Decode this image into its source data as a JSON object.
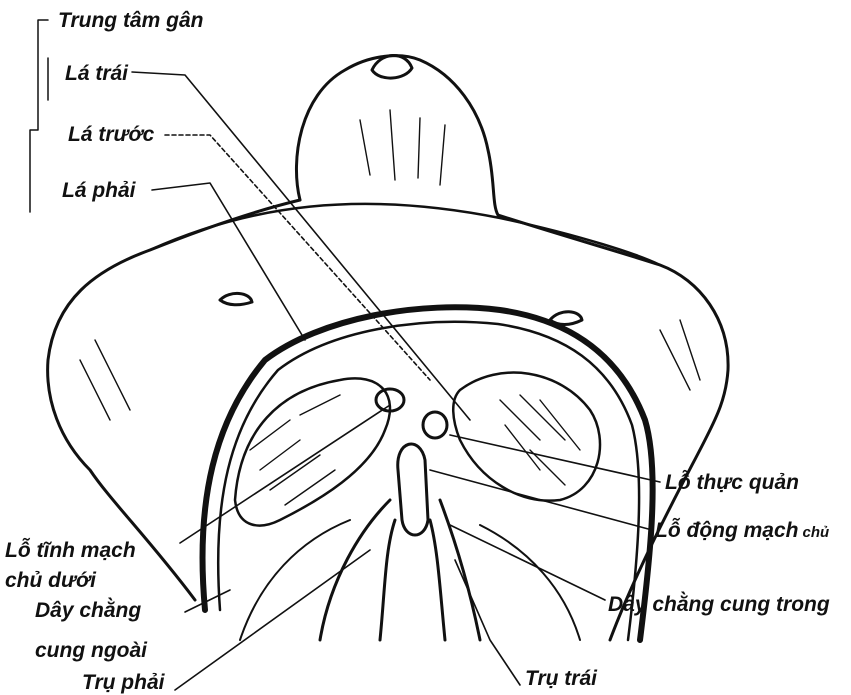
{
  "labels": {
    "trung_tam_gan": "Trung tâm gân",
    "la_trai": "Lá trái",
    "la_truoc": "Lá trước",
    "la_phai": "Lá phải",
    "lo_thuc_quan": "Lỗ thực quản",
    "lo_dong_mach": "Lỗ động mạch",
    "lo_dong_mach_suffix": "chủ",
    "lo_tinh_mach_1": "Lỗ tĩnh mạch",
    "lo_tinh_mach_2": "chủ dưới",
    "day_chang_ngoai_1": "Dây chằng",
    "day_chang_ngoai_2": "cung ngoài",
    "day_chang_trong": "Dây chằng cung trong",
    "tru_phai": "Trụ phải",
    "tru_trai": "Trụ trái"
  },
  "colors": {
    "ink": "#111111",
    "background": "#ffffff"
  }
}
